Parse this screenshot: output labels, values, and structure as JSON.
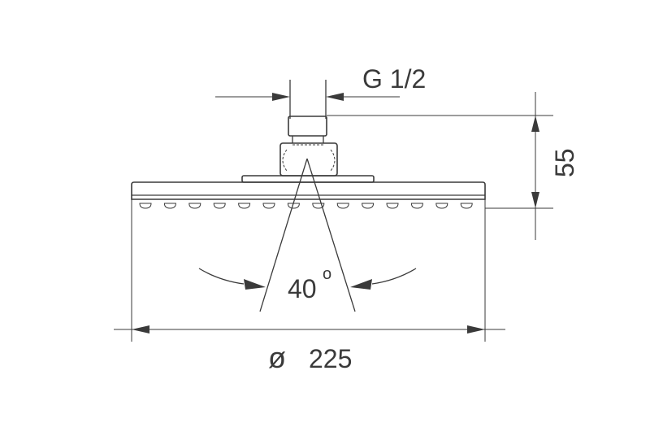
{
  "dimensions": {
    "thread": "G 1/2",
    "height": "55",
    "spray_angle": "40",
    "angle_unit_symbol": "o",
    "diameter_symbol": "ø",
    "diameter": "225"
  },
  "colors": {
    "line": "#3a3a3a",
    "background": "#ffffff"
  }
}
